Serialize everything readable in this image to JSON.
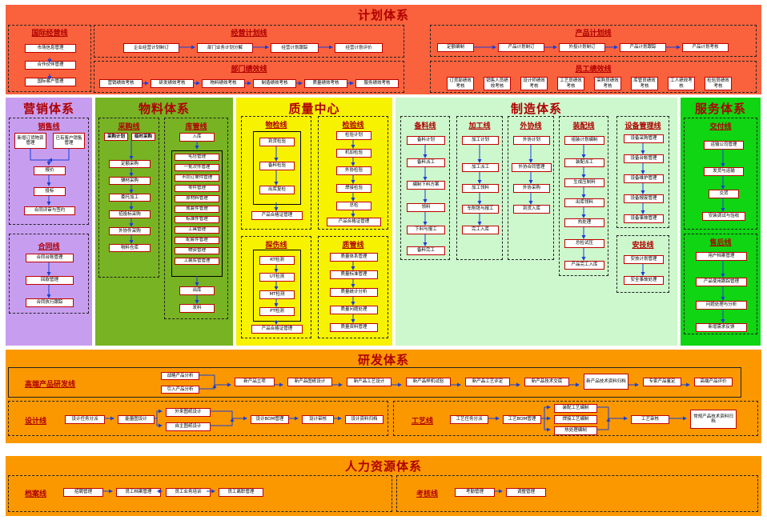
{
  "plan": {
    "title": "计划体系",
    "intl": {
      "title": "国际经营线",
      "items": [
        "市场信息管理",
        "合作伙伴管理",
        "国际客户管理"
      ]
    },
    "biz": {
      "title": "经营计划线",
      "items": [
        "企业经营计划制订",
        "部门业务计划分解",
        "经营计划跟踪",
        "经营计划评价"
      ]
    },
    "dept": {
      "title": "部门绩效线",
      "items": [
        "营销绩效考核",
        "研发绩效考核",
        "物料绩效考核",
        "制造绩效考核",
        "质量绩效考核",
        "服务绩效考核"
      ]
    },
    "prod": {
      "title": "产品计划线",
      "items": [
        "定额编制",
        "产品计划制订",
        "外投计划制订",
        "产品计划跟踪",
        "产品计划考核"
      ]
    },
    "emp": {
      "title": "员工绩效线",
      "items": [
        "订货部绩效考核",
        "销售人员绩效考核",
        "设计师绩效考核",
        "工艺员绩效考核",
        "采购员绩效考核",
        "库管员绩效考核",
        "工人绩效考核",
        "检验员绩效考核"
      ]
    }
  },
  "marketing": {
    "title": "营销体系",
    "sales": {
      "title": "销售线",
      "items": [
        "新增订货物资管理",
        "已有客户销售管理",
        "报价",
        "投标",
        "合同评审与签约"
      ]
    },
    "contract": {
      "title": "合同线",
      "items": [
        "合同台账管理",
        "回款管理",
        "合同执行跟踪"
      ]
    }
  },
  "material": {
    "title": "物料体系",
    "purchase": {
      "title": "采购线",
      "items": [
        "采购计划",
        "临时采购",
        "定额采购",
        "辅材采购",
        "委托加工",
        "招投标采购",
        "外协件采购",
        "物料仓库"
      ]
    },
    "stock": {
      "title": "库管线",
      "items": [
        "入库",
        "毛坯管理",
        "一批次件管理",
        "不同订单件管理",
        "零件管理",
        "原材料管理",
        "成套件管理",
        "标准件管理",
        "工具管理",
        "配套件管理",
        "物资管理",
        "工装库管管理",
        "出库",
        "发料"
      ]
    }
  },
  "quality": {
    "title": "质量中心",
    "material_check": {
      "title": "物检线",
      "items": [
        "到货检验",
        "备料检验",
        "出库复检",
        "产品合格证管理"
      ]
    },
    "inspect": {
      "title": "检验线",
      "items": [
        "检验计划",
        "机加检验",
        "外协检验",
        "焊接检验",
        "总检",
        "产品合格证管理"
      ]
    },
    "flaw": {
      "title": "探伤线",
      "items": [
        "RT检测",
        "UT检测",
        "MT检测",
        "PT检测",
        "产品合格证管理"
      ]
    },
    "qm": {
      "title": "质管线",
      "items": [
        "质量体系管理",
        "质量标准管理",
        "质量统计分析",
        "质量问题处理",
        "质量资料管理"
      ]
    }
  },
  "mfg": {
    "title": "制造体系",
    "prep": {
      "title": "备料线",
      "items": [
        "备料计划",
        "备料派工",
        "编制下料方案",
        "领料",
        "下料与报工",
        "备料完工"
      ]
    },
    "machining": {
      "title": "加工线",
      "items": [
        "加工计划",
        "加工派工",
        "加工领料",
        "车削铣与报工",
        "完工入库"
      ]
    },
    "outsource": {
      "title": "外协线",
      "items": [
        "外协计划",
        "外协合同管理",
        "外协采购",
        "到货入库"
      ]
    },
    "assembly": {
      "title": "装配线",
      "items": [
        "组装计划编制",
        "装配派工",
        "生成压制料",
        "出库领料",
        "热处理",
        "总检试压",
        "产品完工入库"
      ]
    },
    "equip": {
      "title": "设备管理线",
      "items": [
        "设备采购管理",
        "设备台帐管理",
        "设备维护管理",
        "设备报废管理",
        "设备事故管理"
      ]
    },
    "safety": {
      "title": "安技线",
      "items": [
        "安技计划管理",
        "安全事故处理"
      ]
    }
  },
  "service": {
    "title": "服务体系",
    "deliver": {
      "title": "交付线",
      "items": [
        "运输公司管理",
        "发货与运输",
        "交货",
        "安装调试与验收"
      ]
    },
    "after": {
      "title": "售后线",
      "items": [
        "用户档案管理",
        "产品使用跟踪管理",
        "问题处理与分析",
        "新增需求反馈"
      ]
    }
  },
  "rnd": {
    "title": "研发体系",
    "hiend": {
      "title": "高端产品研发线",
      "items": [
        "战略产品分析",
        "引入产品分析",
        "新产品立项",
        "新产品图纸设计",
        "新产品工艺设计",
        "新产品样机试验",
        "新产品工艺评定",
        "新产品技术交底",
        "新产品技术资料归档",
        "专家产品鉴定",
        "高端产品评价"
      ]
    },
    "design": {
      "title": "设计线",
      "items": [
        "设计任务分派",
        "能量图设计",
        "外来图纸设计",
        "自主图纸设计",
        "设计BOM管理",
        "设计审核",
        "设计资料归档"
      ]
    },
    "process": {
      "title": "工艺线",
      "items": [
        "工艺任务分派",
        "工艺BOM管理",
        "装配工艺编制",
        "焊接工艺编制",
        "热处理编制",
        "工艺审核",
        "常规产品技术资料归档"
      ]
    }
  },
  "hr": {
    "title": "人力资源体系",
    "archive": {
      "title": "档案线",
      "items": [
        "招聘管理",
        "员工档案管理",
        "员工业务培训",
        "员工离职管理"
      ]
    },
    "assess": {
      "title": "考核线",
      "items": [
        "考勤管理",
        "调整管理"
      ]
    }
  }
}
